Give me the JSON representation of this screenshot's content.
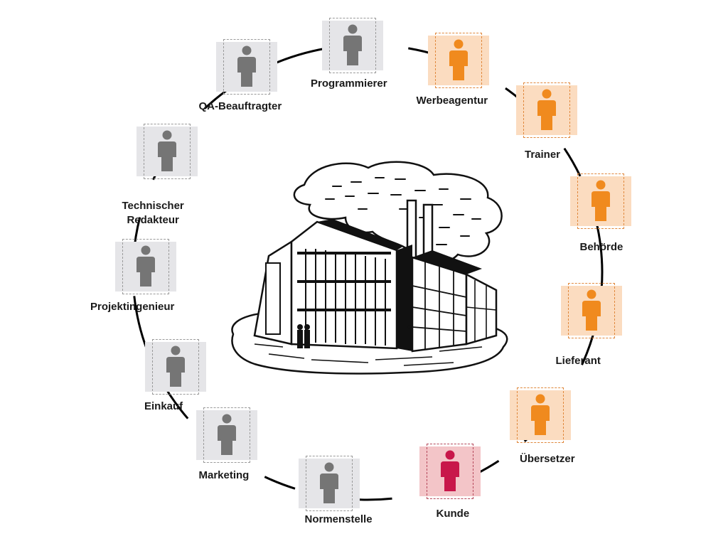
{
  "colors": {
    "internal": "#757575",
    "external": "#f08a1e",
    "customer": "#c8174a",
    "ring": "#000000"
  },
  "illustration": {
    "name": "factory-illustration"
  },
  "roles": [
    {
      "id": "programmierer",
      "label": "Programmierer",
      "group": "internal"
    },
    {
      "id": "werbeagentur",
      "label": "Werbeagentur",
      "group": "external"
    },
    {
      "id": "trainer",
      "label": "Trainer",
      "group": "external"
    },
    {
      "id": "behoerde",
      "label": "Behörde",
      "group": "external"
    },
    {
      "id": "lieferant",
      "label": "Lieferant",
      "group": "external"
    },
    {
      "id": "uebersetzer",
      "label": "Übersetzer",
      "group": "external"
    },
    {
      "id": "kunde",
      "label": "Kunde",
      "group": "customer"
    },
    {
      "id": "normenstelle",
      "label": "Normenstelle",
      "group": "internal"
    },
    {
      "id": "marketing",
      "label": "Marketing",
      "group": "internal"
    },
    {
      "id": "einkauf",
      "label": "Einkauf",
      "group": "internal"
    },
    {
      "id": "projektingenieur",
      "label": "Projektingenieur",
      "group": "internal"
    },
    {
      "id": "technischer-redakteur",
      "label": "Technischer Redakteur",
      "label_lines": [
        "Technischer",
        "Redakteur"
      ],
      "group": "internal"
    },
    {
      "id": "qa-beauftragter",
      "label": "QA-Beauftragter",
      "group": "internal"
    }
  ]
}
